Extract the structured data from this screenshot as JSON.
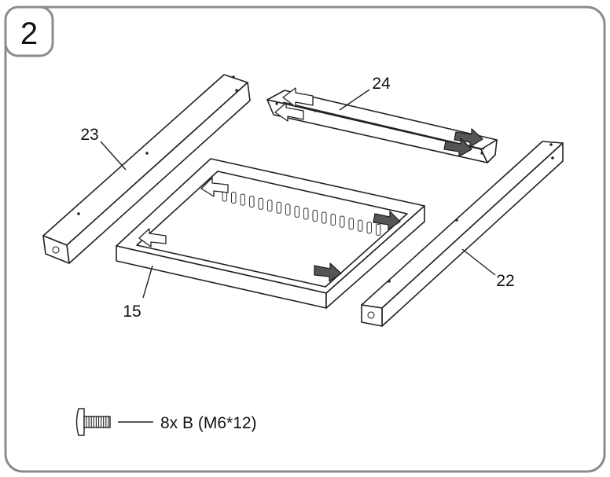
{
  "step": {
    "number": "2"
  },
  "parts": [
    {
      "id": "23",
      "label": "23"
    },
    {
      "id": "24",
      "label": "24"
    },
    {
      "id": "15",
      "label": "15"
    },
    {
      "id": "22",
      "label": "22"
    }
  ],
  "hardware": {
    "label": "8x B (M6*12)"
  }
}
